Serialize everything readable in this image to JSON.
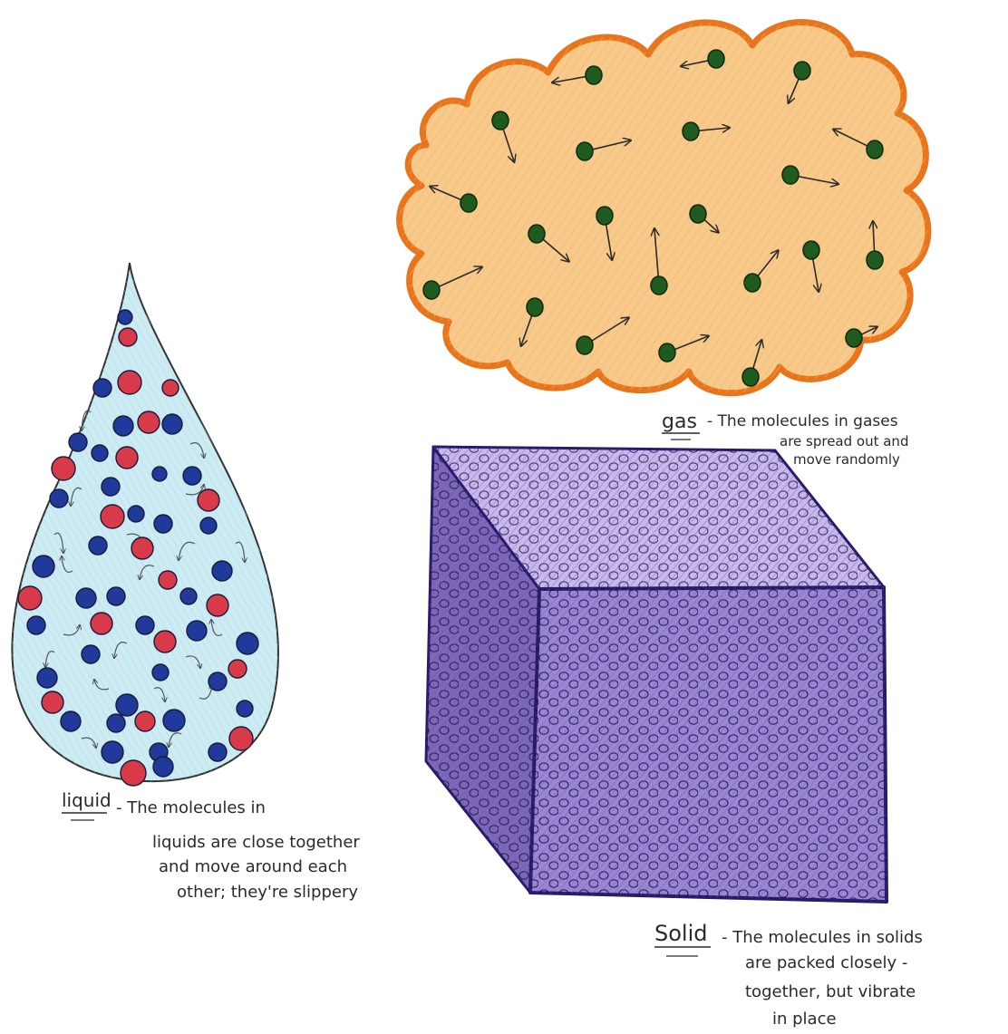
{
  "colors": {
    "background": "#ffffff",
    "gas_fill": "#f7c98a",
    "gas_outline": "#e8741c",
    "gas_molecule": "#1f5a1f",
    "liquid_fill": "#cdebf2",
    "liquid_outline": "#333333",
    "liquid_red": "#d93a4a",
    "liquid_blue": "#1f3a9a",
    "solid_front": "#9b86d4",
    "solid_top": "#c9b8ec",
    "solid_side": "#7d67b8",
    "solid_outline": "#2a1a6a",
    "ink": "#2a2a2a"
  },
  "gas": {
    "label": "gas",
    "description_lines": [
      "- The molecules in gases",
      "are spread out and",
      "move randomly"
    ]
  },
  "liquid": {
    "label": "liquid",
    "description_lines": [
      "- The molecules in",
      "liquids are close together",
      "and move around each",
      "other; they're slippery"
    ]
  },
  "solid": {
    "label": "Solid",
    "description_lines": [
      "- The molecules in solids",
      "are packed closely -",
      "together, but vibrate",
      "in place"
    ]
  }
}
